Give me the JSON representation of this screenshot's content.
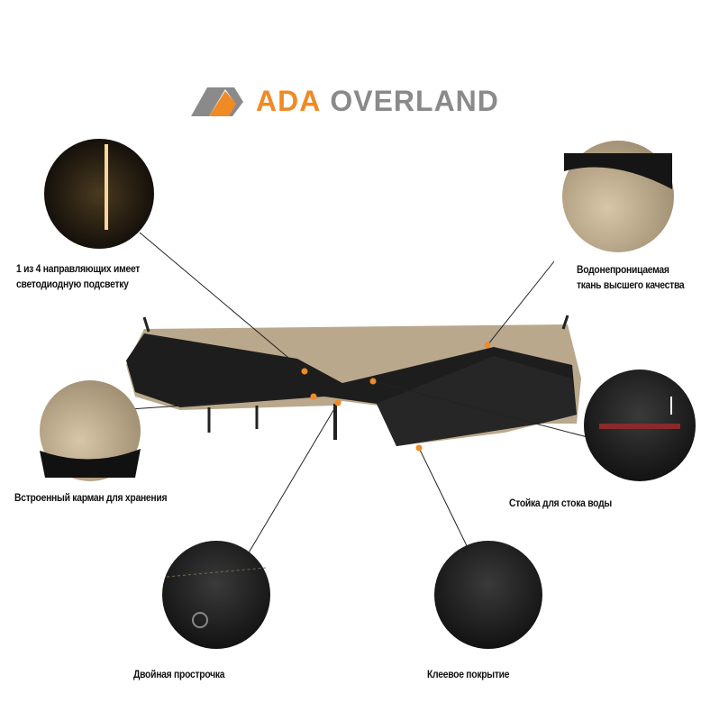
{
  "logo": {
    "brand_primary": "ADA",
    "brand_secondary": "OVERLAND",
    "accent_color": "#f08a24",
    "gray_color": "#8a8a8a"
  },
  "features": [
    {
      "id": "led",
      "label_line1": "1 из 4 направляющих имеет",
      "label_line2": "светодиодную подсветку"
    },
    {
      "id": "fabric",
      "label_line1": "Водонепроницаемая",
      "label_line2": "ткань высшего качества"
    },
    {
      "id": "pocket",
      "label_line1": "Встроенный карман для хранения"
    },
    {
      "id": "drain",
      "label_line1": "Стойка для стока воды"
    },
    {
      "id": "stitch",
      "label_line1": "Двойная прострочка"
    },
    {
      "id": "coating",
      "label_line1": "Клеевое покрытие"
    }
  ]
}
